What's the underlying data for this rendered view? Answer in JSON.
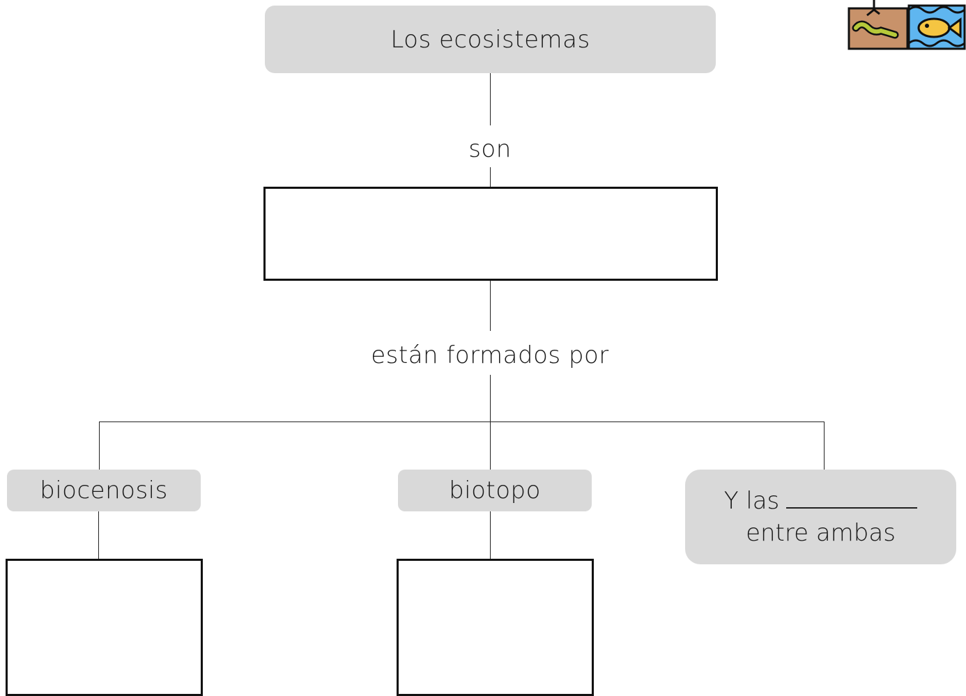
{
  "diagram": {
    "title": "Los ecosistemas",
    "link_son": "son",
    "link_formados": "están formados por",
    "nodes": {
      "biocenosis": "biocenosis",
      "biotopo": "biotopo",
      "relations_line1_prefix": "Y las",
      "relations_line2": "entre ambas"
    }
  },
  "icon": {
    "name": "worm-and-fish-icon",
    "colors": {
      "soil": "#c8926a",
      "water": "#5fb6f0",
      "worm": "#b6c93a",
      "fish": "#f5c542",
      "outline": "#111111"
    }
  },
  "colors": {
    "box_fill": "#d9d9d9",
    "line": "#222222",
    "empty_box_border": "#111111"
  }
}
